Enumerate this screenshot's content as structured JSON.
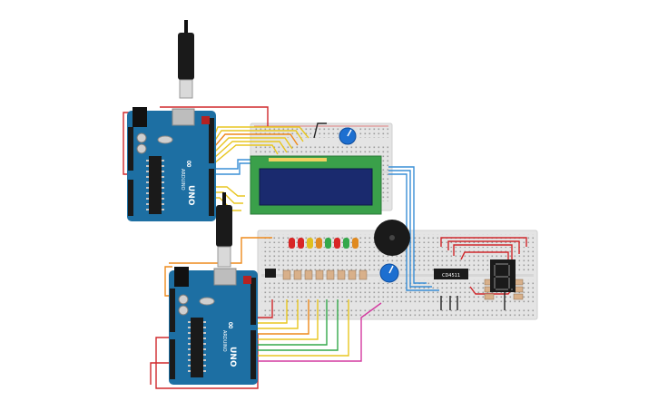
{
  "colors": {
    "arduino_board": "#1d6fa3",
    "breadboard": "#e4e4e4",
    "lcd_screen": "#1a2a6e",
    "lcd_frame": "#3aa04a",
    "wire_red": "#d0282c",
    "wire_yellow": "#e8c620",
    "wire_orange": "#ee8a1c",
    "wire_blue": "#3a8fd6",
    "wire_green": "#34a84a",
    "wire_magenta": "#d43aa0",
    "wire_black": "#222222",
    "led_colors": [
      "#d82626",
      "#d82626",
      "#e0c020",
      "#e08a20",
      "#34a84a",
      "#d82626",
      "#34a84a",
      "#e08a20"
    ]
  },
  "arduino_top": {
    "logo": "ARDUINO",
    "model": "UNO"
  },
  "arduino_bottom": {
    "logo": "ARDUINO",
    "model": "UNO"
  },
  "shift_register": {
    "label": "CD4511"
  },
  "icons": {
    "usb_cable": "usb-cable-icon",
    "potentiometer": "potentiometer-icon",
    "buzzer": "buzzer-icon",
    "seven_segment": "seven-segment-display-icon"
  }
}
